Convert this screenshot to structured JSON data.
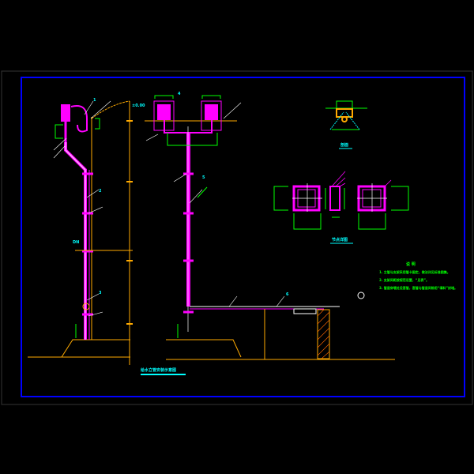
{
  "drawing": {
    "main_title": "给水立管安装示意图",
    "detail_title": "节点详图",
    "section_label": "剖面",
    "notes": {
      "heading": "说 明",
      "items": [
        "1. 立管与支架采用管卡固定，做法详见标准图集。",
        "2. 支架间距按规范设置，“见表”。",
        "3. 管道穿墙处设套管，套管与管道间隙用“填料”封堵。"
      ]
    },
    "labels": {
      "l1": "1",
      "l2": "2",
      "l3": "3",
      "l4": "4",
      "l5": "5",
      "l6": "6",
      "dim": "DN",
      "elev": "±0.00"
    }
  },
  "colors": {
    "background": "#000000",
    "frame": "#0000ff",
    "pipe": "#ff00ff",
    "text": "#00ffff",
    "dim": "#00ff00",
    "structure": "#ffaa00",
    "center": "#ffffff"
  }
}
